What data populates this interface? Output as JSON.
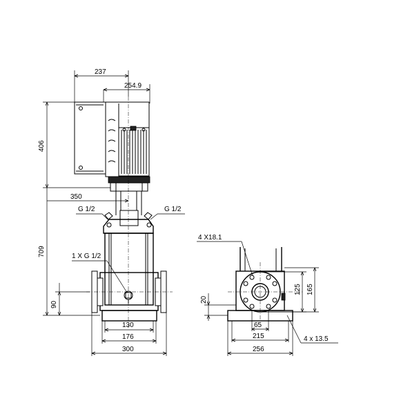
{
  "dimensions": {
    "d237": "237",
    "d254_9": "254.9",
    "d406": "406",
    "d350": "350",
    "d709": "709",
    "d90": "90",
    "d130": "130",
    "d176": "176",
    "d300": "300",
    "d20": "20",
    "d125": "125",
    "d165": "165",
    "d65": "65",
    "d215": "215",
    "d256": "256"
  },
  "callouts": {
    "g_left": "G 1/2",
    "g_right": "G 1/2",
    "drain": "1 X G 1/2",
    "flange_holes": "4 X18.1",
    "base_holes": "4  x  13.5"
  }
}
